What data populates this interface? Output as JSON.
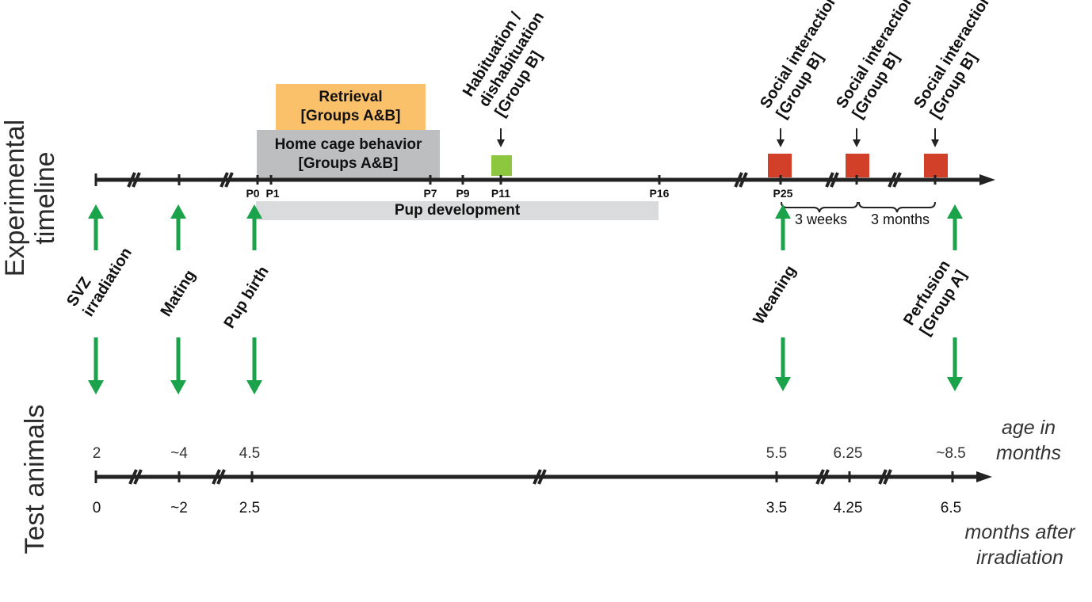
{
  "side_labels": {
    "experimental": [
      "Experimental",
      "timeline"
    ],
    "test": "Test animals"
  },
  "boxes": {
    "retrieval": [
      "Retrieval",
      "[Groups A&B]"
    ],
    "home_cage": [
      "Home cage behavior",
      "[Groups A&B]"
    ],
    "pup_development": "Pup development"
  },
  "timeline_ticks": [
    "P0",
    "P1",
    "P7",
    "P9",
    "P11",
    "P16",
    "P25"
  ],
  "top_annotations": {
    "habituation": [
      "Habituation /",
      "dishabituation",
      "[Group B]"
    ],
    "social1": [
      "Social interaction",
      "[Group B]"
    ],
    "social2": [
      "Social interaction",
      "[Group B]"
    ],
    "social3": [
      "Social interaction",
      "[Group B]"
    ]
  },
  "intervals": {
    "weeks": "3 weeks",
    "months": "3 months"
  },
  "events": {
    "irradiation": [
      "SVZ",
      "irradiation"
    ],
    "mating": [
      "Mating"
    ],
    "pup_birth": [
      "Pup birth"
    ],
    "weaning": [
      "Weaning"
    ],
    "perfusion": [
      "Perfusion",
      "[Group A]"
    ]
  },
  "age_values": [
    "2",
    "~4",
    "4.5",
    "5.5",
    "6.25",
    "~8.5"
  ],
  "after_values": [
    "0",
    "~2",
    "2.5",
    "3.5",
    "4.25",
    "6.5"
  ],
  "axis_titles": {
    "age": [
      "age in",
      "months"
    ],
    "after": [
      "months after",
      "irradiation"
    ]
  },
  "colors": {
    "line": "#222222",
    "arrow_green": "#1aa34a",
    "retrieval": "#fbc16a",
    "home_cage": "#bcbec0",
    "pup_dev": "#d9dbdc",
    "habituation_block": "#8dc63f",
    "social_block": "#d2402a"
  }
}
